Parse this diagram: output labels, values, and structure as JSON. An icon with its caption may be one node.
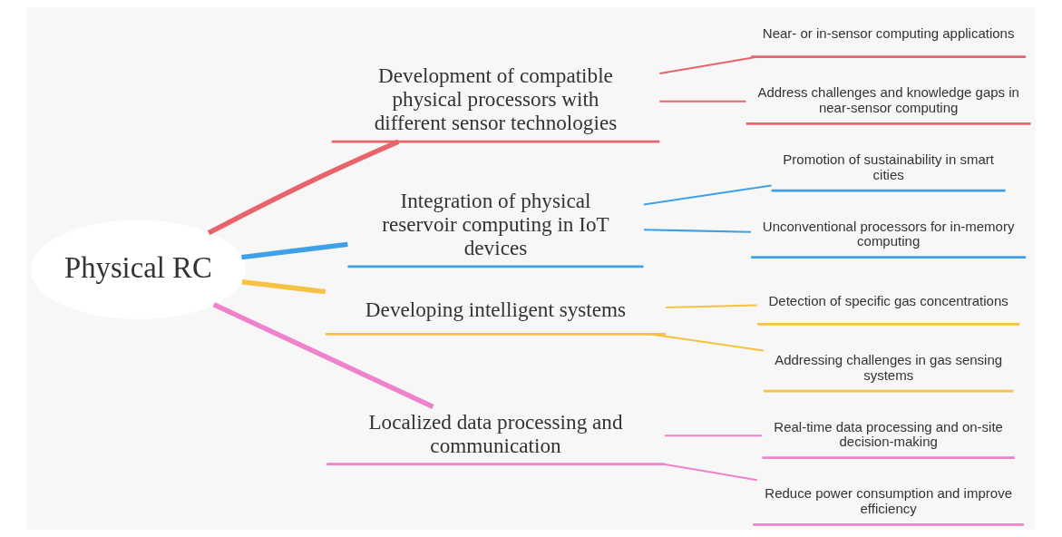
{
  "diagram": {
    "nodes": [
      {
        "text": [
          "Physical RC"
        ]
      },
      {
        "text": [
          "Development of compatible physical processors with different sensor technologies"
        ]
      },
      {
        "text": [
          "Near- or in-sensor computing applications"
        ]
      },
      {
        "text": [
          "Address challenges and knowledge gaps in near-sensor computing"
        ]
      },
      {
        "text": [
          "Integration of physical reservoir computing in IoT devices"
        ]
      },
      {
        "text": [
          "Promotion of sustainability in smart cities"
        ]
      },
      {
        "text": [
          "Unconventional processors for in-memory computing"
        ]
      },
      {
        "text": [
          "Developing intelligent systems"
        ]
      },
      {
        "text": [
          "Detection of specific gas concentrations"
        ]
      },
      {
        "text": [
          "Addressing challenges in gas sensing systems"
        ]
      },
      {
        "text": [
          "Localized data processing and communication"
        ]
      },
      {
        "text": [
          "Real-time data processing and on-site decision-making"
        ]
      },
      {
        "text": [
          "Reduce power consumption and improve efficiency"
        ]
      }
    ],
    "edges": [
      {
        "from": 0,
        "to": 1,
        "arrow": "none",
        "style": "thick",
        "color": "#e8646a"
      },
      {
        "from": 1,
        "to": 2,
        "arrow": "none",
        "color": "#e8646a"
      },
      {
        "from": 1,
        "to": 3,
        "arrow": "none",
        "color": "#e8646a"
      },
      {
        "from": 0,
        "to": 4,
        "arrow": "none",
        "style": "thick",
        "color": "#3fa0e8"
      },
      {
        "from": 4,
        "to": 5,
        "arrow": "none",
        "color": "#3fa0e8"
      },
      {
        "from": 4,
        "to": 6,
        "arrow": "none",
        "color": "#3fa0e8"
      },
      {
        "from": 0,
        "to": 7,
        "arrow": "none",
        "style": "thick",
        "color": "#f5c242"
      },
      {
        "from": 7,
        "to": 8,
        "arrow": "none",
        "color": "#f5c242"
      },
      {
        "from": 7,
        "to": 9,
        "arrow": "none",
        "color": "#f5c242"
      },
      {
        "from": 0,
        "to": 10,
        "arrow": "none",
        "style": "thick",
        "color": "#ee82cc"
      },
      {
        "from": 10,
        "to": 11,
        "arrow": "none",
        "color": "#ee82cc"
      },
      {
        "from": 10,
        "to": 12,
        "arrow": "none",
        "color": "#ee82cc"
      }
    ]
  }
}
